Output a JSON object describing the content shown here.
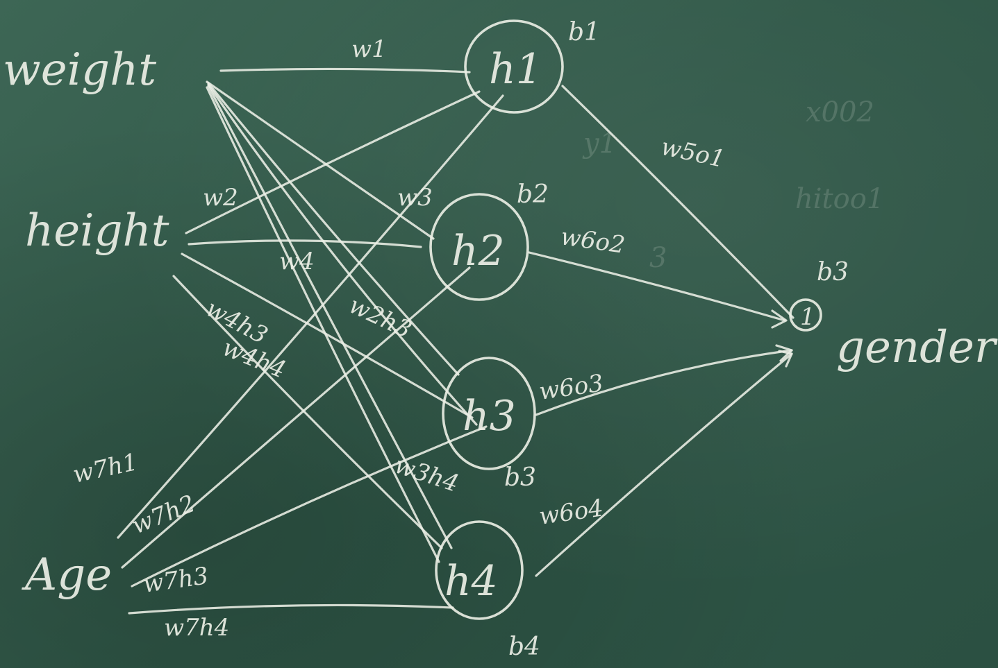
{
  "colors": {
    "chalk": "#ecefe6",
    "board": "#33584a"
  },
  "inputs": [
    "weight",
    "height",
    "Age"
  ],
  "hidden_nodes": [
    "h1",
    "h2",
    "h3",
    "h4"
  ],
  "hidden_biases": [
    "b1",
    "b2",
    "b3",
    "b4"
  ],
  "output_node": "1",
  "output_bias": "b3",
  "output_label": "gender",
  "weights": {
    "weight_h1": "w1",
    "height_h1": "w2",
    "weight_h2": "w3",
    "weight_h3": "w4",
    "height_h2": "w4",
    "height_h3": "w4h3",
    "height_h4": "w4h4",
    "weight_h3b": "w2h3",
    "weight_h4": "w3h4",
    "age_h1": "w7h1",
    "age_h2": "w7h2",
    "age_h3": "w7h3",
    "age_h4": "w7h4",
    "h1_out": "w5o1",
    "h2_out": "w6o2",
    "h3_out": "w6o3",
    "h4_out": "w6o4"
  },
  "ghost_text": [
    "x002",
    "hitoo1",
    "y1",
    "3"
  ]
}
